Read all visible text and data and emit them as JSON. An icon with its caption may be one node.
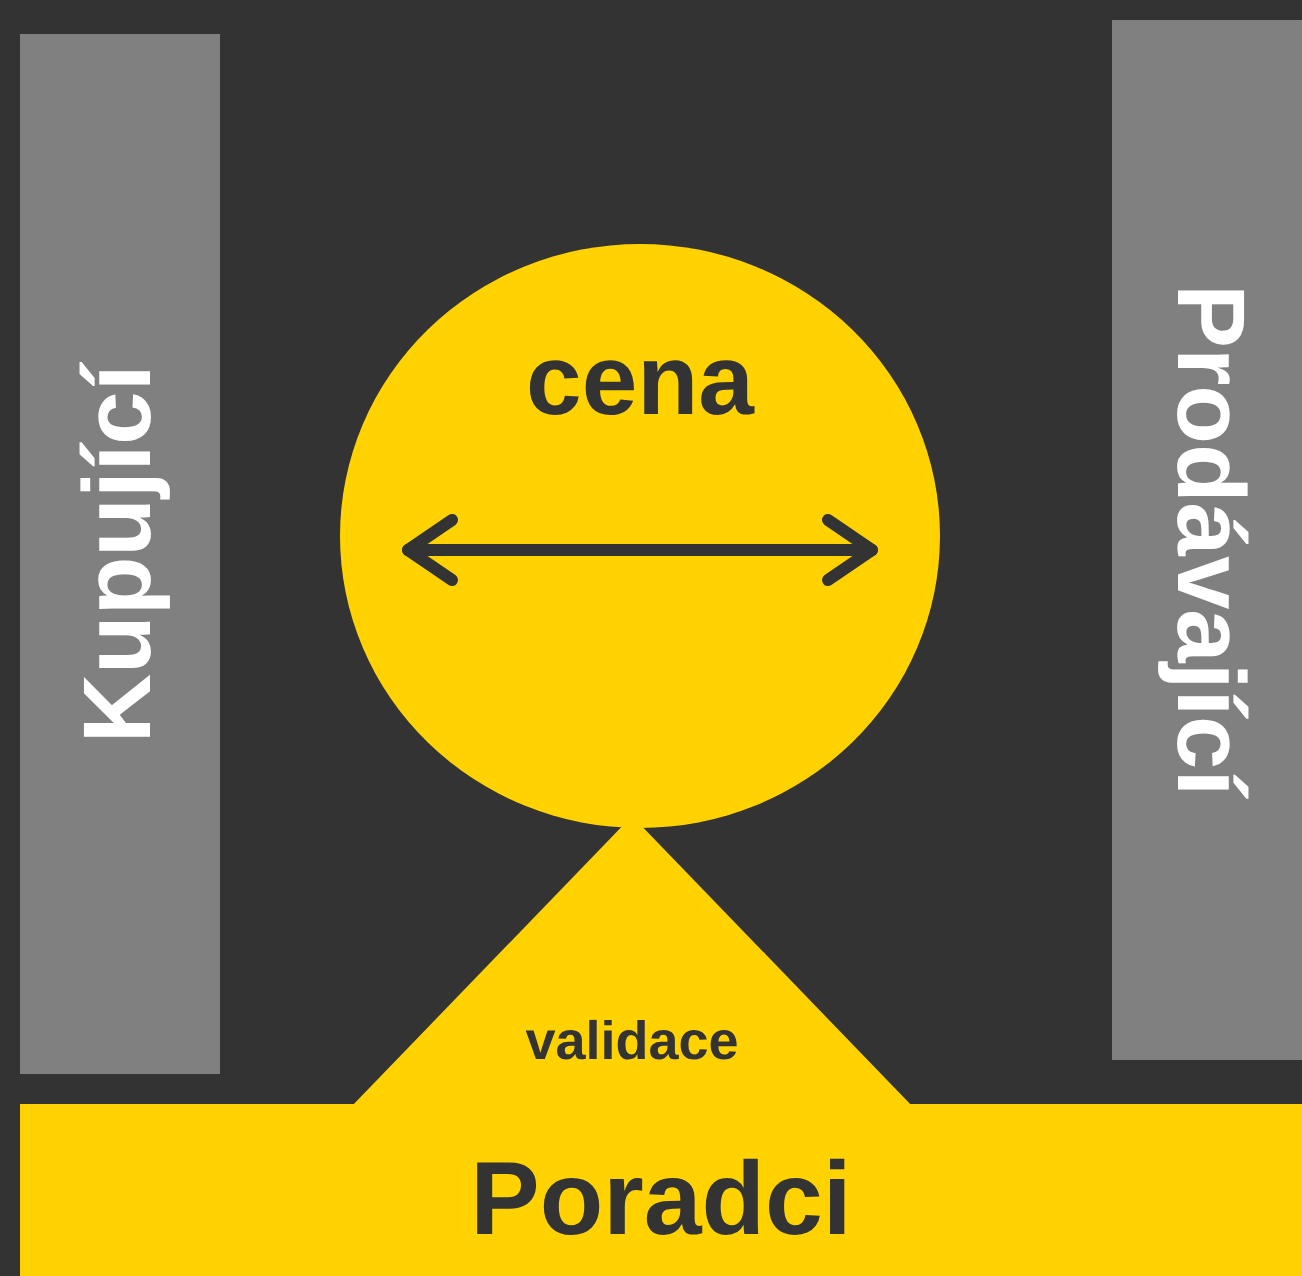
{
  "diagram": {
    "nodes": [
      {
        "text": [
          "Kupující"
        ]
      },
      {
        "text": [
          "cena"
        ]
      },
      {
        "text": [
          "Prodávající"
        ]
      },
      {
        "text": [
          "validace"
        ]
      },
      {
        "text": [
          "Poradci"
        ]
      }
    ]
  }
}
